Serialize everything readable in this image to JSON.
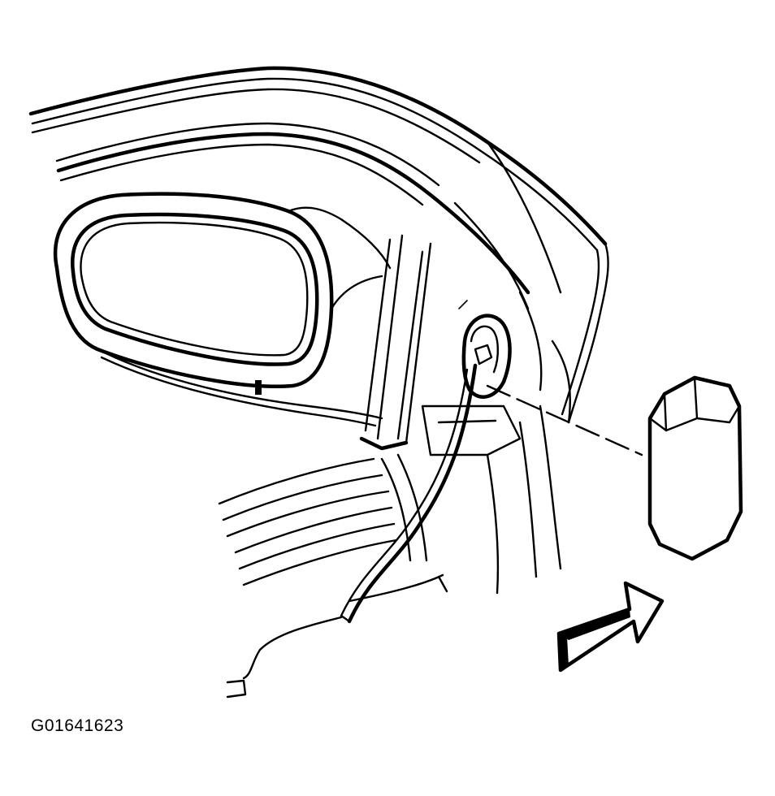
{
  "figure_id": "G01641623",
  "colors": {
    "line": "#000000",
    "background": "#ffffff"
  },
  "parts": [
    "door-frame",
    "outside-mirror",
    "door-panel",
    "mirror-wiring-harness",
    "access-hole",
    "patch-cover",
    "direction-arrow"
  ]
}
